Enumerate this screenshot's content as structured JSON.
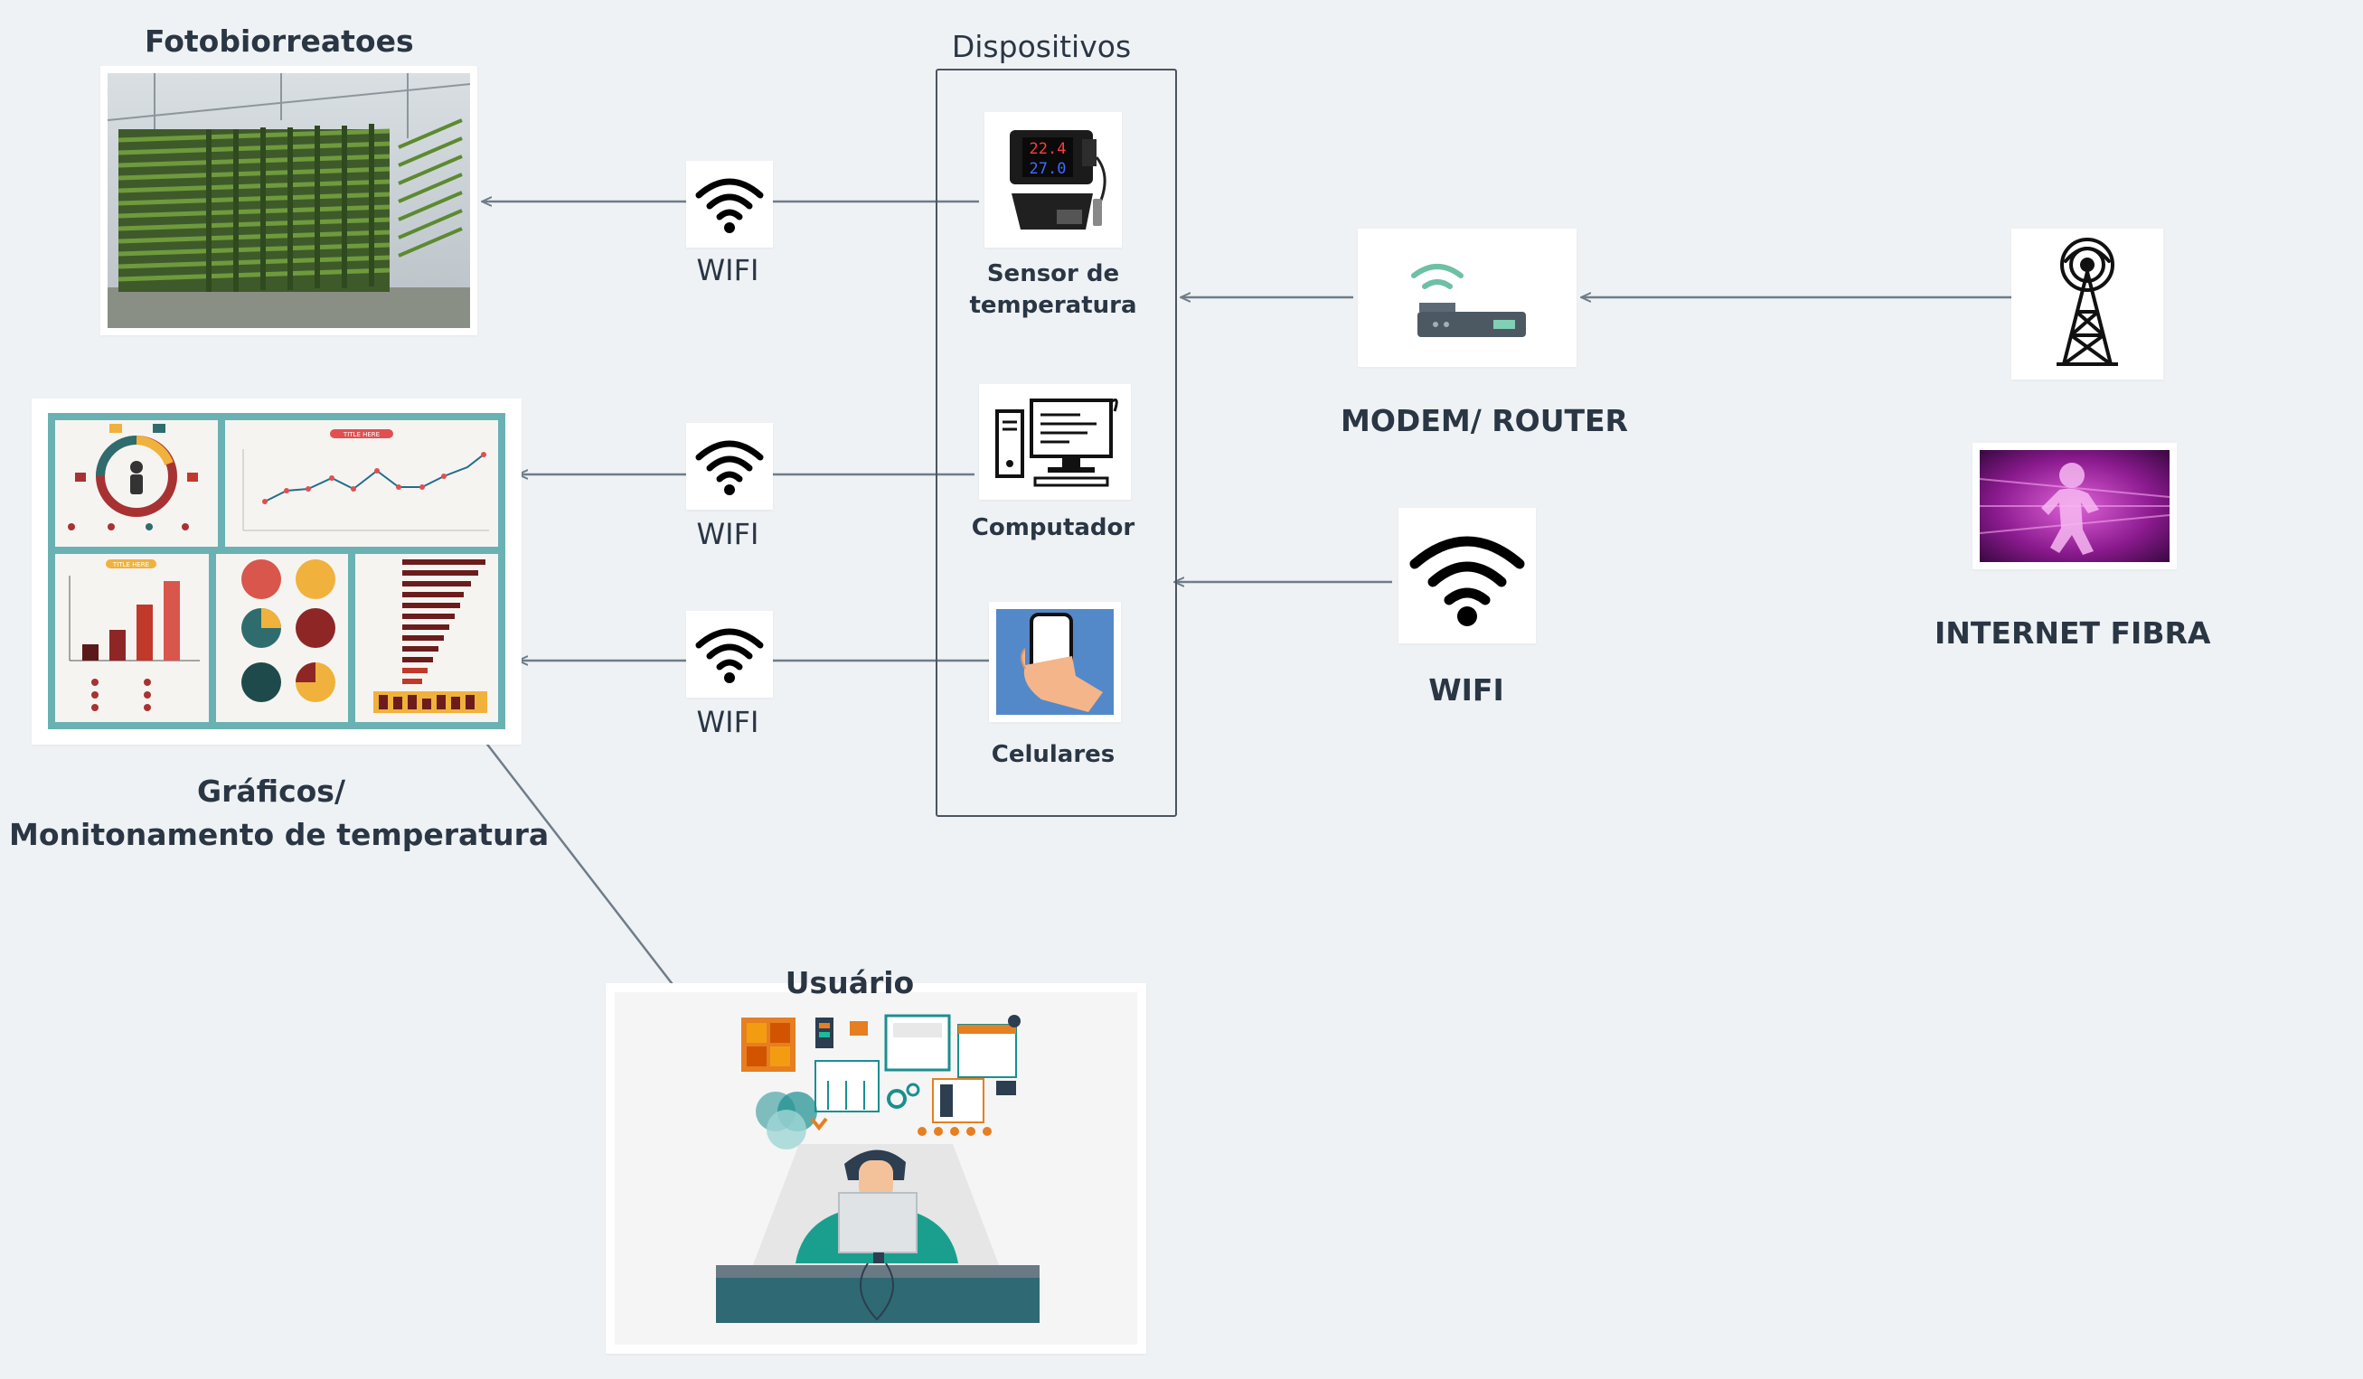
{
  "fotobiorreatores": {
    "title": "Fotobiorreatoes"
  },
  "dispositivos": {
    "title": "Dispositivos",
    "sensor": {
      "label_line1": "Sensor de",
      "label_line2": "temperatura",
      "display_top": "22.4",
      "display_bottom": "27.0"
    },
    "computador": {
      "label": "Computador"
    },
    "celulares": {
      "label": "Celulares"
    }
  },
  "wifi_links": {
    "wifi_1": "WIFI",
    "wifi_2": "WIFI",
    "wifi_3": "WIFI"
  },
  "modem": {
    "label": "MODEM/ ROUTER"
  },
  "wifi_main": {
    "label": "WIFI"
  },
  "internet": {
    "label": "INTERNET FIBRA"
  },
  "graficos": {
    "label_line1": "Gráficos/",
    "label_line2": "Monitonamento de temperatura",
    "dashboard_title_1": "TITLE HERE",
    "dashboard_title_2": "TITLE HERE"
  },
  "usuario": {
    "label": "Usuário"
  },
  "colors": {
    "background": "#eff2f5",
    "arrow": "#6f7c89",
    "dashboard_teal": "#6ab1b3",
    "dashboard_red": "#c0392b"
  }
}
